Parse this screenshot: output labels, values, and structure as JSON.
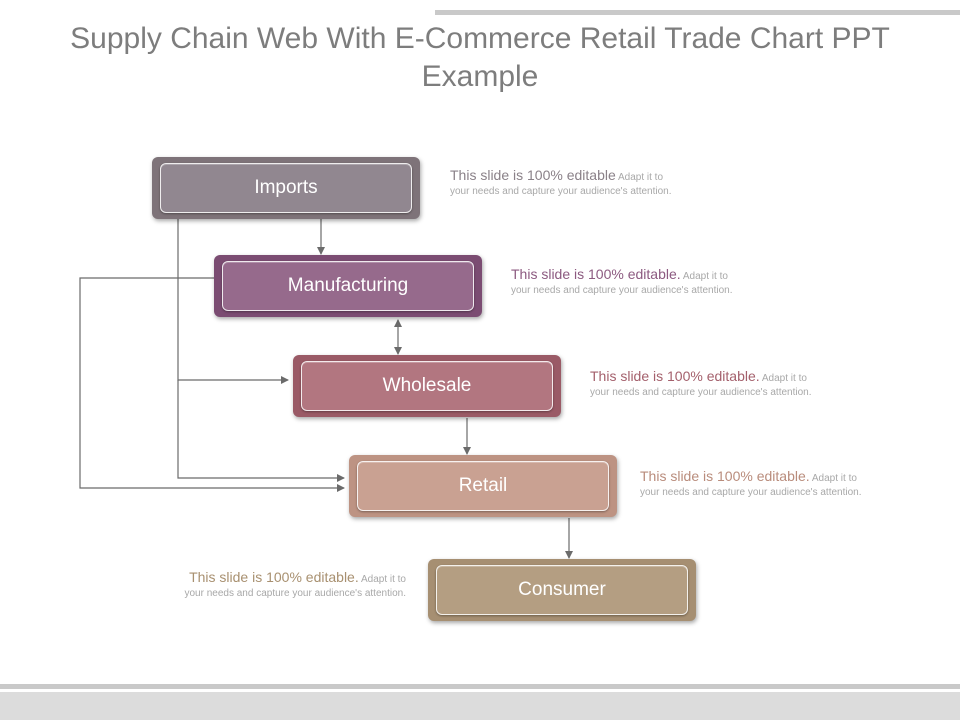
{
  "title": "Supply Chain Web With E-Commerce Retail Trade Chart PPT Example",
  "nodes": [
    {
      "label": "Imports",
      "outer": "#7e7379",
      "inner": "#918790",
      "desc_color": "#8a8188",
      "desc_lead": "This slide is 100% editable",
      "desc_rest": " Adapt it to your needs and capture your audience's attention."
    },
    {
      "label": "Manufacturing",
      "outer": "#7b4c72",
      "inner": "#966a8c",
      "desc_color": "#8c5a80",
      "desc_lead": "This slide is 100% editable.",
      "desc_rest": " Adapt it to your needs and capture your audience's attention."
    },
    {
      "label": "Wholesale",
      "outer": "#9a5a66",
      "inner": "#b27680",
      "desc_color": "#a4606c",
      "desc_lead": "This slide is 100% editable.",
      "desc_rest": " Adapt it to your needs and capture your audience's attention."
    },
    {
      "label": "Retail",
      "outer": "#bd9383",
      "inner": "#c9a192",
      "desc_color": "#b98c7c",
      "desc_lead": "This slide is 100% editable.",
      "desc_rest": " Adapt it to your needs and capture your audience's attention."
    },
    {
      "label": "Consumer",
      "outer": "#a68f72",
      "inner": "#b49e82",
      "desc_color": "#a89070",
      "desc_lead": "This slide is 100% editable.",
      "desc_rest": " Adapt it to your needs and capture your audience's attention."
    }
  ]
}
